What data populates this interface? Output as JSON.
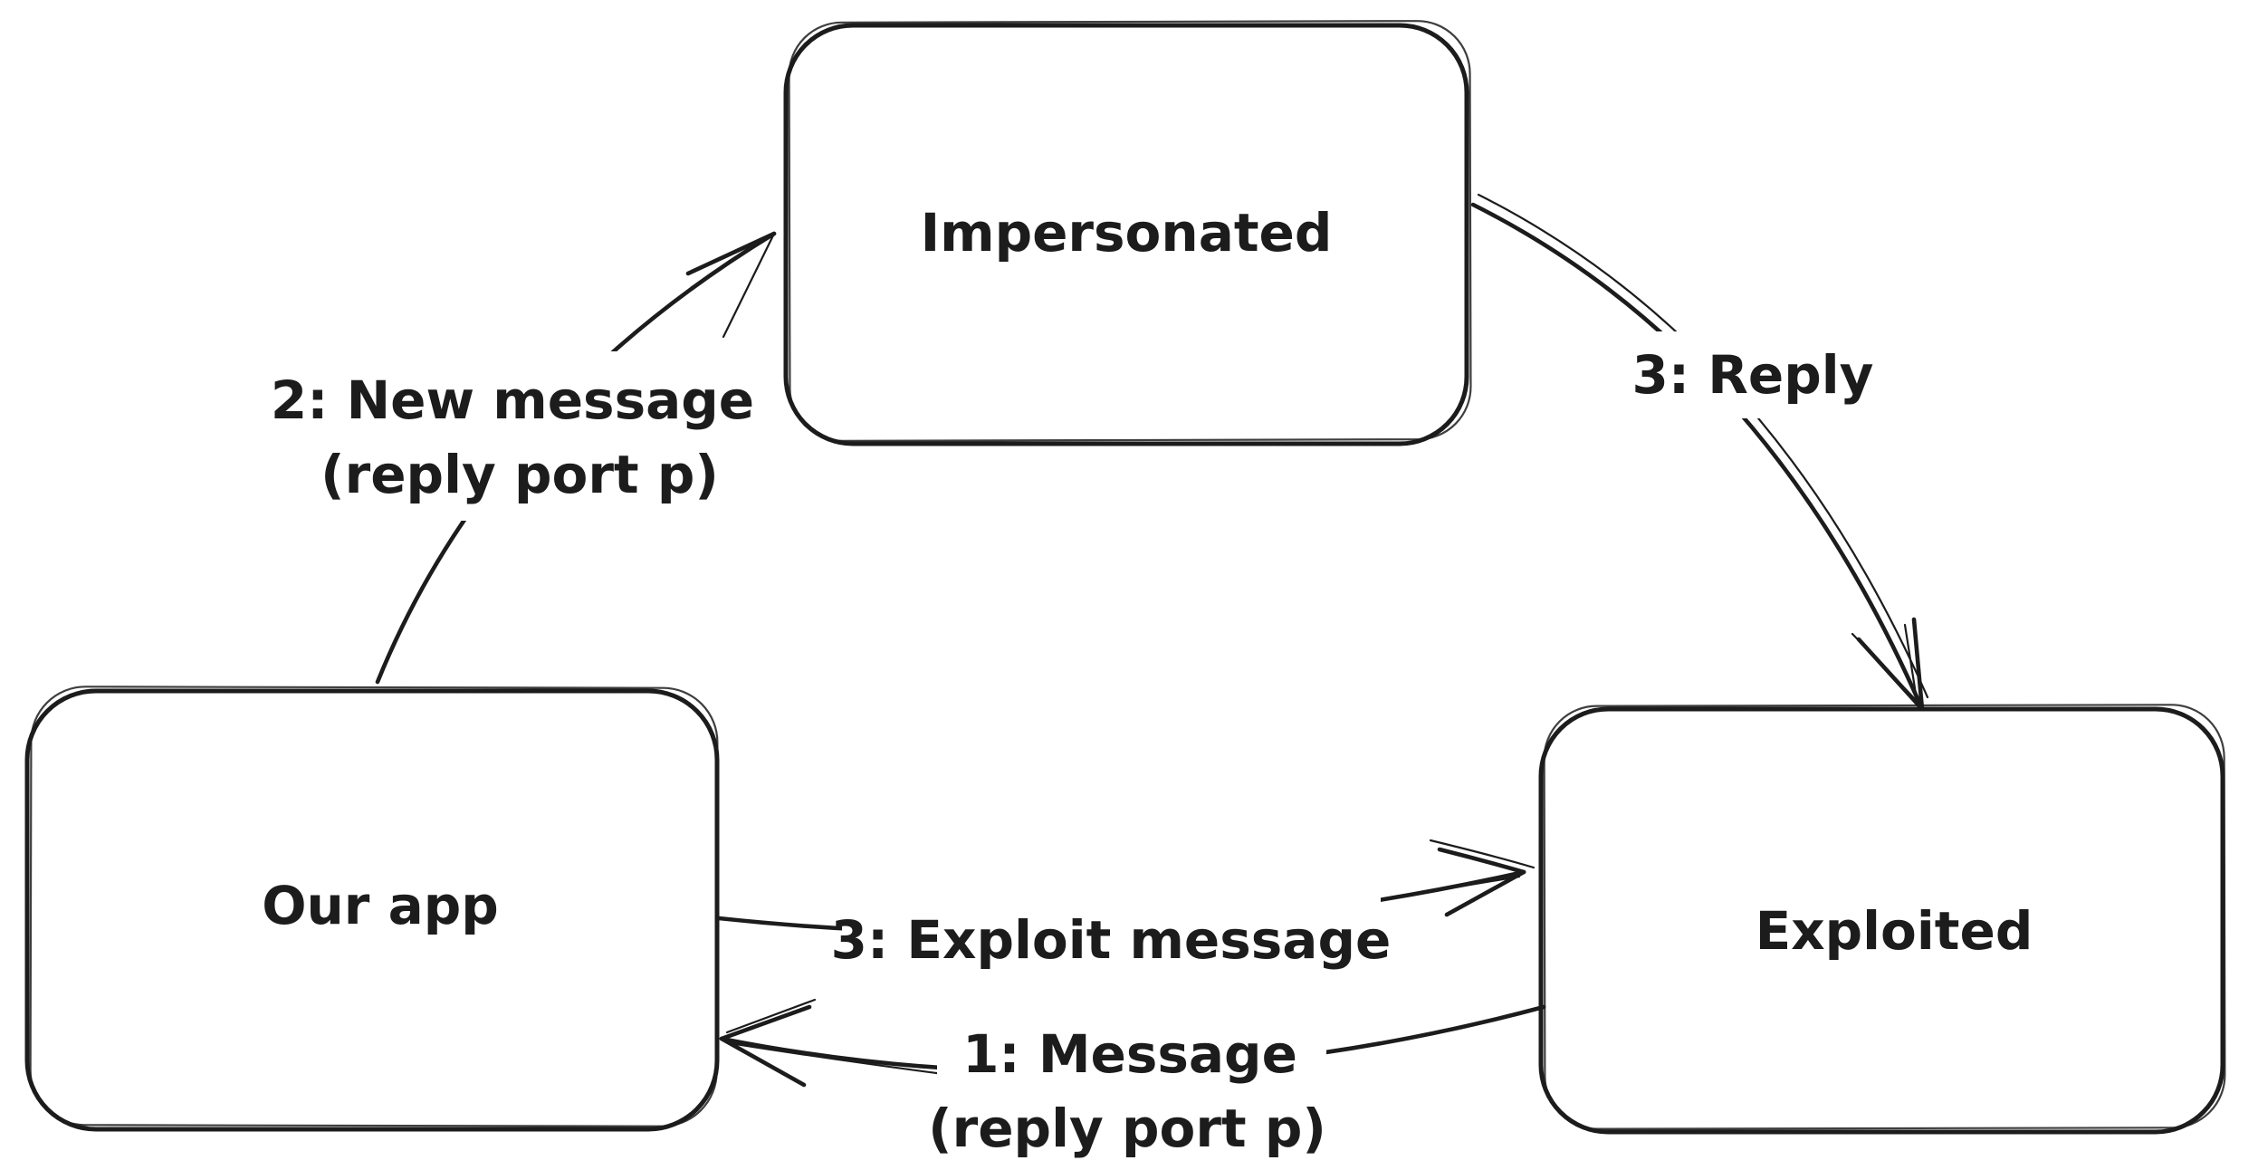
{
  "diagram": {
    "background_color": "#ffffff",
    "stroke_color": "#1c1c1c",
    "style": "hand-drawn whiteboard sketch",
    "nodes": {
      "impersonated": {
        "label": "Impersonated"
      },
      "our_app": {
        "label": "Our app"
      },
      "exploited": {
        "label": "Exploited"
      }
    },
    "edges": {
      "new_message": {
        "from": "Our app",
        "to": "Impersonated",
        "label_line1": "2: New message",
        "label_line2": "(reply port p)"
      },
      "reply": {
        "from": "Impersonated",
        "to": "Exploited",
        "label": "3: Reply"
      },
      "exploit_message": {
        "from": "Our app",
        "to": "Exploited",
        "label": "3: Exploit message"
      },
      "message": {
        "from": "Exploited",
        "to": "Our app",
        "label_line1": "1: Message",
        "label_line2": "(reply port p)"
      }
    }
  }
}
